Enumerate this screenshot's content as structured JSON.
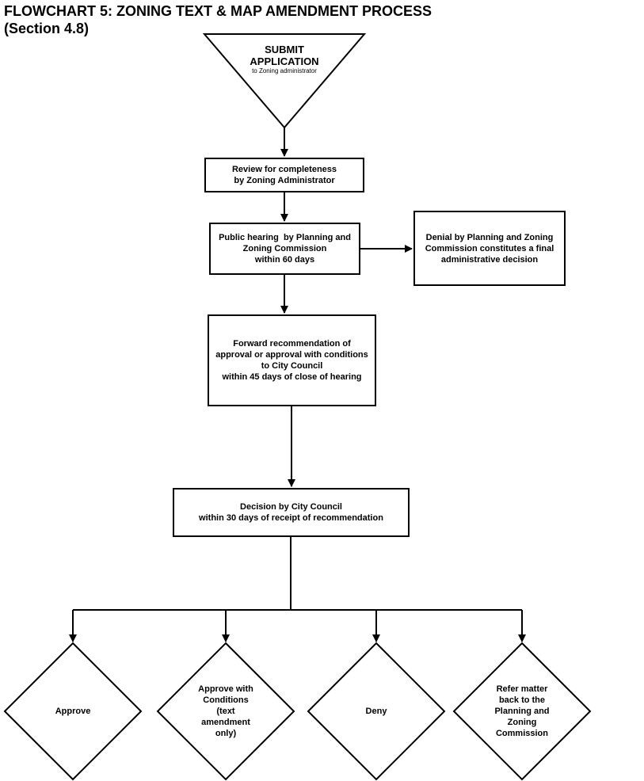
{
  "title": {
    "line1": "FLOWCHART 5: ZONING TEXT & MAP AMENDMENT PROCESS",
    "line2": "(Section 4.8)"
  },
  "nodes": {
    "submit": {
      "line1": "SUBMIT",
      "line2": "APPLICATION",
      "sub": "to Zoning administrator"
    },
    "review": {
      "line1": "Review for completeness",
      "line2": "by Zoning Administrator"
    },
    "hearing": {
      "line1": "Public hearing  by Planning and",
      "line2": "Zoning Commission",
      "line3": "within 60 days"
    },
    "denial": {
      "line1": "Denial by Planning and Zoning",
      "line2": "Commission constitutes a final",
      "line3": "administrative decision"
    },
    "forward": {
      "line1": "Forward recommendation of",
      "line2": "approval or approval with conditions",
      "line3": "to City Council",
      "line4": "within 45 days of close of hearing"
    },
    "decision": {
      "line1": "Decision by City Council",
      "line2": "within 30 days of receipt of recommendation"
    },
    "approve": {
      "line1": "Approve"
    },
    "approve_conditions": {
      "line1": "Approve with",
      "line2": "Conditions",
      "line3": "(text",
      "line4": "amendment",
      "line5": "only)"
    },
    "deny": {
      "line1": "Deny"
    },
    "refer": {
      "line1": "Refer matter",
      "line2": "back to the",
      "line3": "Planning and",
      "line4": "Zoning",
      "line5": "Commission"
    }
  }
}
